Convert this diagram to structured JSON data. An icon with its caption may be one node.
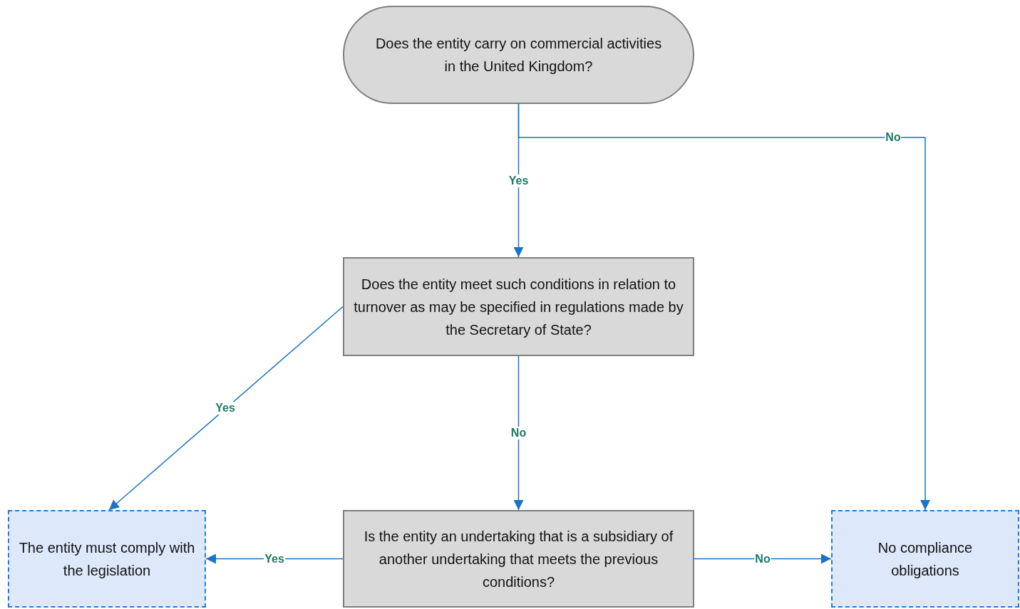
{
  "diagram": {
    "nodes": [
      {
        "text": [
          "Does the entity carry on commercial activities in the United Kingdom?"
        ]
      },
      {
        "text": [
          "Does the entity meet such conditions in relation to turnover as may be specified in regulations made by the Secretary of State?"
        ]
      },
      {
        "text": [
          "Is the entity an undertaking that is a subsidiary of another undertaking that meets the previous conditions?"
        ]
      },
      {
        "text": [
          "The entity must comply with the legislation"
        ]
      },
      {
        "text": [
          "No compliance obligations"
        ]
      }
    ],
    "edges": [
      {
        "from": 0,
        "to": 1,
        "arrow": "to",
        "label": "Yes"
      },
      {
        "from": 0,
        "to": 4,
        "arrow": "to",
        "label": "No"
      },
      {
        "from": 1,
        "to": 3,
        "arrow": "to",
        "label": "Yes"
      },
      {
        "from": 1,
        "to": 2,
        "arrow": "to",
        "label": "No"
      },
      {
        "from": 2,
        "to": 3,
        "arrow": "to",
        "label": "Yes"
      },
      {
        "from": 2,
        "to": 4,
        "arrow": "to",
        "label": "No"
      }
    ]
  }
}
